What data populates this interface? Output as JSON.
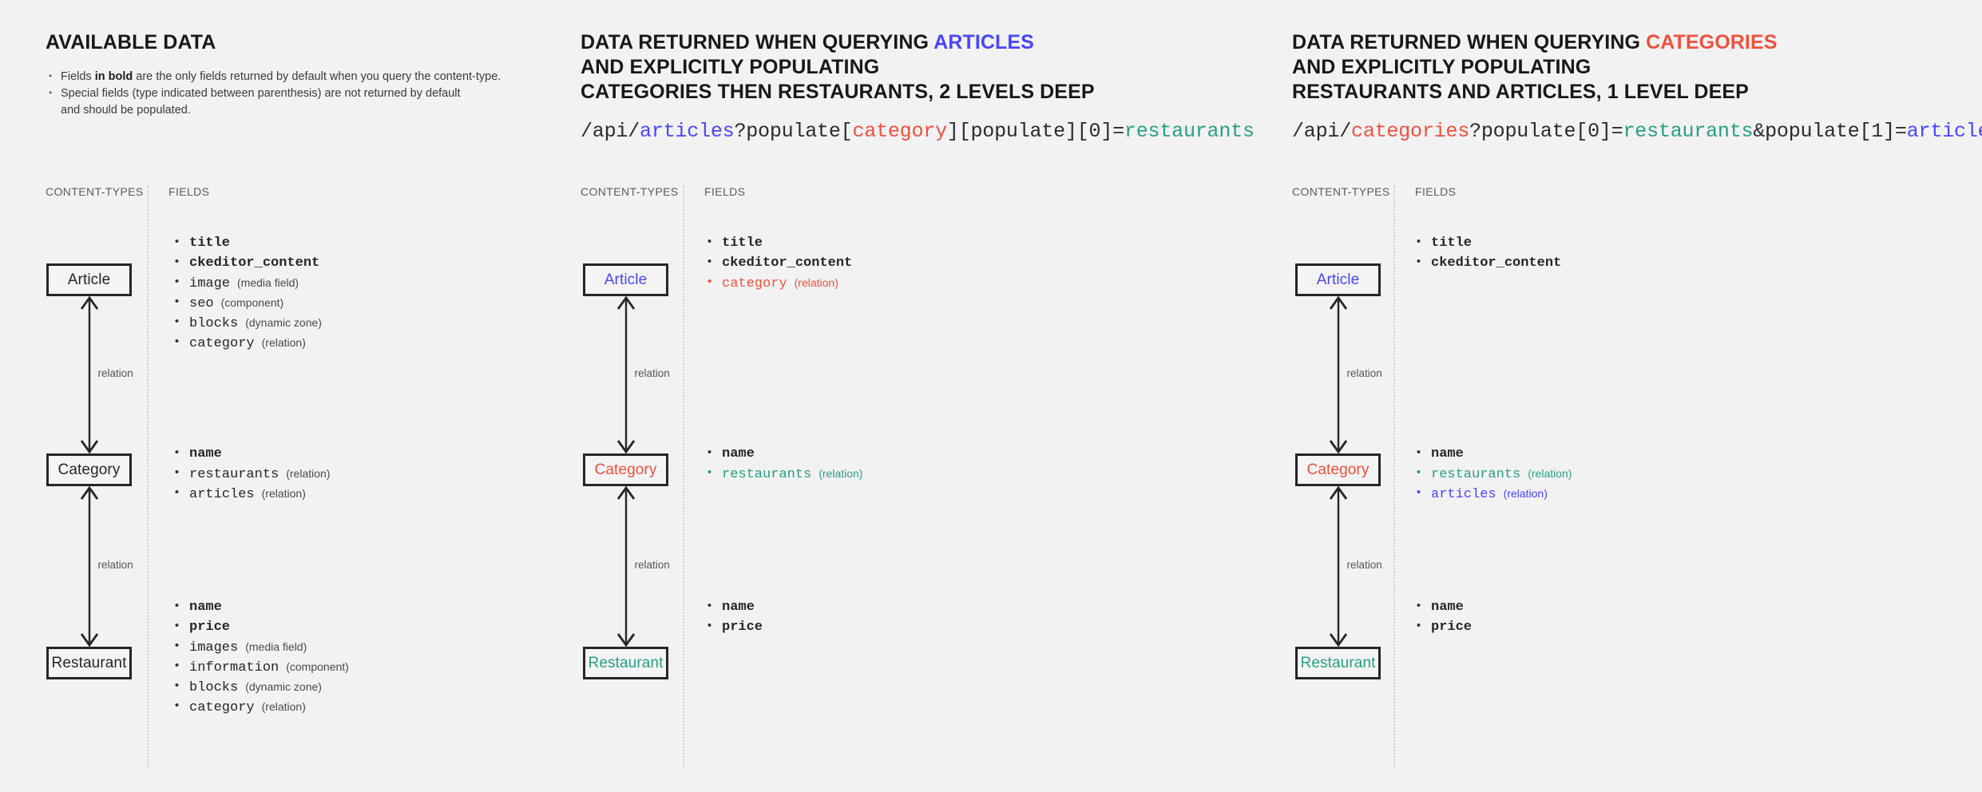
{
  "panels": [
    {
      "id": "available-data",
      "title_parts": [
        {
          "text": "AVAILABLE DATA",
          "color": "default"
        }
      ],
      "notes": [
        {
          "lead": "Fields ",
          "bold": "in bold",
          "rest": " are the only fields returned by default when you query the content-type."
        },
        {
          "lead": "Special fields (type indicated between parenthesis) are not returned by default",
          "bold": "",
          "rest": ""
        },
        {
          "lead": "and should be populated.",
          "bold": "",
          "rest": "",
          "continuation": true
        }
      ],
      "api": [],
      "captions": {
        "content_types": "CONTENT-TYPES",
        "fields": "FIELDS"
      },
      "relation_label": "relation",
      "nodes": [
        {
          "name": "Article",
          "color": "default"
        },
        {
          "name": "Category",
          "color": "default"
        },
        {
          "name": "Restaurant",
          "color": "default"
        }
      ],
      "field_groups": [
        [
          {
            "name": "title",
            "type": "",
            "bold": true,
            "color": "default"
          },
          {
            "name": "ckeditor_content",
            "type": "",
            "bold": true,
            "color": "default"
          },
          {
            "name": "image",
            "type": "(media field)",
            "bold": false,
            "color": "default"
          },
          {
            "name": "seo",
            "type": "(component)",
            "bold": false,
            "color": "default"
          },
          {
            "name": "blocks",
            "type": "(dynamic zone)",
            "bold": false,
            "color": "default"
          },
          {
            "name": "category",
            "type": "(relation)",
            "bold": false,
            "color": "default"
          }
        ],
        [
          {
            "name": "name",
            "type": "",
            "bold": true,
            "color": "default"
          },
          {
            "name": "restaurants",
            "type": "(relation)",
            "bold": false,
            "color": "default"
          },
          {
            "name": "articles",
            "type": "(relation)",
            "bold": false,
            "color": "default"
          }
        ],
        [
          {
            "name": "name",
            "type": "",
            "bold": true,
            "color": "default"
          },
          {
            "name": "price",
            "type": "",
            "bold": true,
            "color": "default"
          },
          {
            "name": "images",
            "type": "(media field)",
            "bold": false,
            "color": "default"
          },
          {
            "name": "information",
            "type": "(component)",
            "bold": false,
            "color": "default"
          },
          {
            "name": "blocks",
            "type": "(dynamic zone)",
            "bold": false,
            "color": "default"
          },
          {
            "name": "category",
            "type": "(relation)",
            "bold": false,
            "color": "default"
          }
        ]
      ]
    },
    {
      "id": "query-articles",
      "title_lines": [
        [
          {
            "text": "DATA RETURNED WHEN QUERYING ",
            "color": "default"
          },
          {
            "text": "ARTICLES",
            "color": "blue"
          }
        ],
        [
          {
            "text": "AND EXPLICITLY POPULATING",
            "color": "default"
          }
        ],
        [
          {
            "text": "CATEGORIES THEN RESTAURANTS, 2 LEVELS DEEP",
            "color": "default"
          }
        ]
      ],
      "api": [
        {
          "text": "/api/",
          "color": "default"
        },
        {
          "text": "articles",
          "color": "blue"
        },
        {
          "text": "?populate[",
          "color": "default"
        },
        {
          "text": "category",
          "color": "red"
        },
        {
          "text": "][populate][0]=",
          "color": "default"
        },
        {
          "text": "restaurants",
          "color": "teal"
        }
      ],
      "captions": {
        "content_types": "CONTENT-TYPES",
        "fields": "FIELDS"
      },
      "relation_label": "relation",
      "nodes": [
        {
          "name": "Article",
          "color": "blue"
        },
        {
          "name": "Category",
          "color": "red"
        },
        {
          "name": "Restaurant",
          "color": "teal"
        }
      ],
      "field_groups": [
        [
          {
            "name": "title",
            "type": "",
            "bold": true,
            "color": "default"
          },
          {
            "name": "ckeditor_content",
            "type": "",
            "bold": true,
            "color": "default"
          },
          {
            "name": "category",
            "type": "(relation)",
            "bold": false,
            "color": "red"
          }
        ],
        [
          {
            "name": "name",
            "type": "",
            "bold": true,
            "color": "default"
          },
          {
            "name": "restaurants",
            "type": "(relation)",
            "bold": false,
            "color": "teal"
          }
        ],
        [
          {
            "name": "name",
            "type": "",
            "bold": true,
            "color": "default"
          },
          {
            "name": "price",
            "type": "",
            "bold": true,
            "color": "default"
          }
        ]
      ]
    },
    {
      "id": "query-categories",
      "title_lines": [
        [
          {
            "text": "DATA RETURNED WHEN QUERYING ",
            "color": "default"
          },
          {
            "text": "CATEGORIES",
            "color": "red"
          }
        ],
        [
          {
            "text": "AND EXPLICITLY POPULATING",
            "color": "default"
          }
        ],
        [
          {
            "text": "RESTAURANTS AND ARTICLES, 1 LEVEL DEEP",
            "color": "default"
          }
        ]
      ],
      "api": [
        {
          "text": "/api/",
          "color": "default"
        },
        {
          "text": "categories",
          "color": "red"
        },
        {
          "text": "?populate[0]=",
          "color": "default"
        },
        {
          "text": "restaurants",
          "color": "teal"
        },
        {
          "text": "&populate[1]=",
          "color": "default"
        },
        {
          "text": "articles",
          "color": "blue"
        }
      ],
      "captions": {
        "content_types": "CONTENT-TYPES",
        "fields": "FIELDS"
      },
      "relation_label": "relation",
      "nodes": [
        {
          "name": "Article",
          "color": "blue"
        },
        {
          "name": "Category",
          "color": "red"
        },
        {
          "name": "Restaurant",
          "color": "teal"
        }
      ],
      "field_groups": [
        [
          {
            "name": "title",
            "type": "",
            "bold": true,
            "color": "default"
          },
          {
            "name": "ckeditor_content",
            "type": "",
            "bold": true,
            "color": "default"
          }
        ],
        [
          {
            "name": "name",
            "type": "",
            "bold": true,
            "color": "default"
          },
          {
            "name": "restaurants",
            "type": "(relation)",
            "bold": false,
            "color": "teal"
          },
          {
            "name": "articles",
            "type": "(relation)",
            "bold": false,
            "color": "blue"
          }
        ],
        [
          {
            "name": "name",
            "type": "",
            "bold": true,
            "color": "default"
          },
          {
            "name": "price",
            "type": "",
            "bold": true,
            "color": "default"
          }
        ]
      ]
    }
  ],
  "colors": {
    "blue": "#4945ff",
    "red": "#f0503c",
    "teal": "#279e86",
    "default": "#262626",
    "background": "#f2f2f2",
    "box_border": "#262626"
  }
}
